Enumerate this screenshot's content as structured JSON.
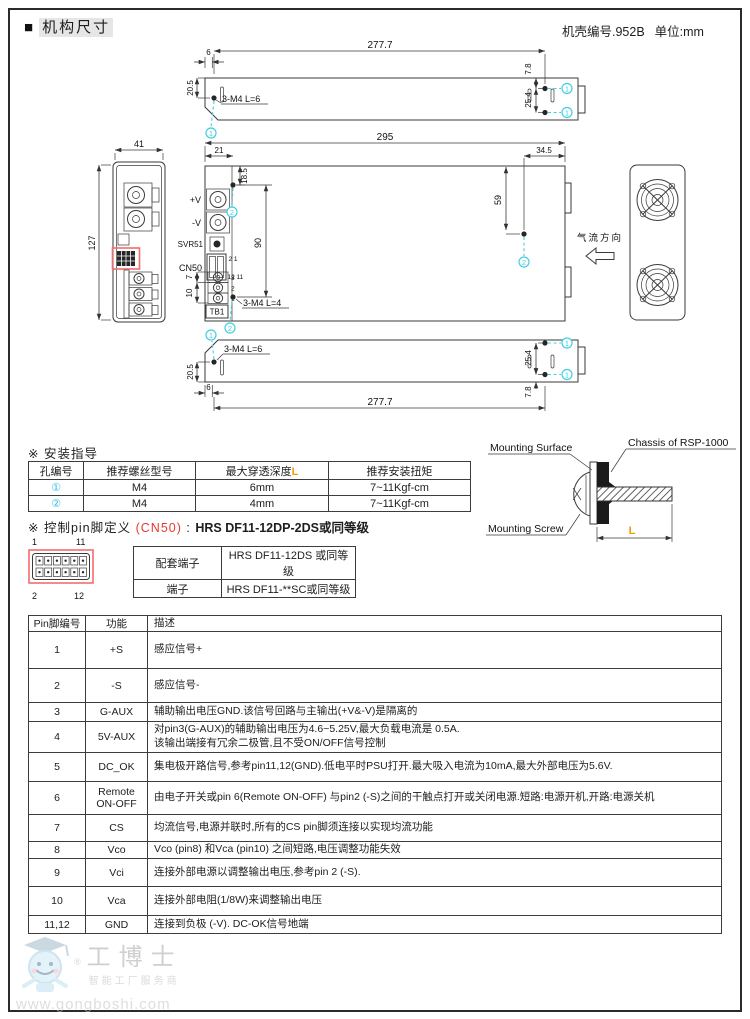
{
  "page": {
    "bullet": "■",
    "section_title": "机构尺寸",
    "case_label": "机壳编号.952B",
    "unit_label": "单位:mm"
  },
  "drawing": {
    "side": {
      "w": "277.7",
      "off": "6",
      "h": "20.5",
      "rt": "7.8",
      "rs": "25.4",
      "screw": "3-M4 L=6"
    },
    "front": {
      "w": "41",
      "h": "127"
    },
    "main": {
      "w": "295",
      "l": "21",
      "r": "34.5",
      "t": "18.5",
      "mid": "90",
      "r2": "59",
      "d7": "7",
      "d10": "10",
      "screw": "3-M4 L=4",
      "labels": {
        "vplus": "+V",
        "vminus": "-V",
        "svr": "SVR51",
        "cn": "CN50",
        "cn_top": "2 1",
        "cn_bot": "12 11",
        "t3": "3",
        "t2": "2",
        "t1": "1",
        "tb": "TB1"
      }
    },
    "airflow": "气流方向",
    "marker1": "1",
    "marker2": "2"
  },
  "install_guide": {
    "title": "※ 安装指导",
    "headers": [
      "孔编号",
      "推荐螺丝型号",
      "最大穿透深度",
      "推荐安装扭矩"
    ],
    "depth_l": "L",
    "rows": [
      {
        "hole": "①",
        "screw": "M4",
        "depth": "6mm",
        "torque": "7~11Kgf-cm"
      },
      {
        "hole": "②",
        "screw": "M4",
        "depth": "4mm",
        "torque": "7~11Kgf-cm"
      }
    ]
  },
  "mounting_fig": {
    "surface": "Mounting Surface",
    "chassis": "Chassis of RSP-1000",
    "screw": "Mounting Screw",
    "l": "L"
  },
  "cn50": {
    "title_prefix": "※ 控制pin脚定义 ",
    "title_cn50": "(CN50)",
    "title_sep": " : ",
    "title_model": "HRS DF11-12DP-2DS或同等级",
    "pins": {
      "p1": "1",
      "p11": "11",
      "p2": "2",
      "p12": "12"
    },
    "rows": [
      {
        "name": "配套端子",
        "value": "HRS DF11-12DS 或同等级"
      },
      {
        "name": "端子",
        "value": "HRS DF11-**SC或同等级"
      }
    ]
  },
  "pin_table": {
    "headers": [
      "Pin脚编号",
      "功能",
      "描述"
    ],
    "rows": [
      {
        "pin": "1",
        "func": "+S",
        "desc": "感应信号+"
      },
      {
        "pin": "2",
        "func": "-S",
        "desc": "感应信号-"
      },
      {
        "pin": "3",
        "func": "G-AUX",
        "desc": "辅助输出电压GND.该信号回路与主输出(+V&-V)是隔离的"
      },
      {
        "pin": "4",
        "func": "5V-AUX",
        "desc": "对pin3(G-AUX)的辅助输出电压为4.6~5.25V,最大负载电流是 0.5A.\n该输出端接有冗余二极管,且不受ON/OFF信号控制"
      },
      {
        "pin": "5",
        "func": "DC_OK",
        "desc": "集电极开路信号,参考pin11,12(GND).低电平时PSU打开.最大吸入电流为10mA,最大外部电压为5.6V."
      },
      {
        "pin": "6",
        "func": "Remote ON-OFF",
        "desc": "由电子开关或pin 6(Remote ON-OFF) 与pin2 (-S)之间的干触点打开或关闭电源.短路:电源开机,开路:电源关机"
      },
      {
        "pin": "7",
        "func": "CS",
        "desc": "均流信号,电源并联时,所有的CS pin脚须连接以实现均流功能"
      },
      {
        "pin": "8",
        "func": "Vco",
        "desc": "Vco (pin8) 和Vca (pin10) 之间短路,电压调整功能失效"
      },
      {
        "pin": "9",
        "func": "Vci",
        "desc": "连接外部电源以调整输出电压,参考pin 2 (-S)."
      },
      {
        "pin": "10",
        "func": "Vca",
        "desc": "连接外部电阻(1/8W)来调整输出电压"
      },
      {
        "pin": "11,12",
        "func": "GND",
        "desc": "连接到负极 (-V). DC-OK信号地端"
      }
    ]
  },
  "watermark": {
    "brand": "工博士",
    "reg": "®",
    "tagline": "智能工厂服务商",
    "url": "www.gongboshi.com"
  },
  "colors": {
    "marker_cyan": "#45cde4",
    "highlight_red": "#f26d6d",
    "accent_orange": "#f39c00",
    "cn50_red": "#e8392e"
  }
}
